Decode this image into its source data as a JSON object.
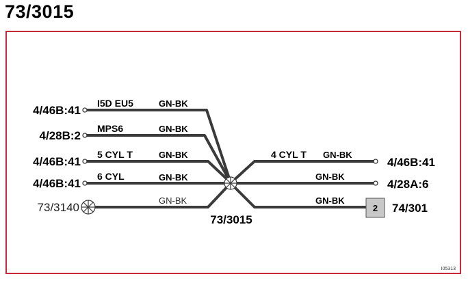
{
  "title": "73/3015",
  "splice_label": "73/3015",
  "ref_code": "I05313",
  "colors": {
    "frame": "#c8283c",
    "wire": "#3a3a3a",
    "badge_fill": "#c8c8c8"
  },
  "left": [
    {
      "connector": "4/46B:41",
      "wire_name": "I5D EU5",
      "wire_color": "GN-BK"
    },
    {
      "connector": "4/28B:2",
      "wire_name": "MPS6",
      "wire_color": "GN-BK"
    },
    {
      "connector": "4/46B:41",
      "wire_name": "5 CYL T",
      "wire_color": "GN-BK"
    },
    {
      "connector": "4/46B:41",
      "wire_name": "6 CYL",
      "wire_color": "GN-BK"
    },
    {
      "connector": "73/3140",
      "wire_name": "",
      "wire_color": "GN-BK"
    }
  ],
  "right": [
    {
      "connector": "4/46B:41",
      "wire_name": "4 CYL T",
      "wire_color": "GN-BK"
    },
    {
      "connector": "4/28A:6",
      "wire_name": "",
      "wire_color": "GN-BK"
    },
    {
      "connector": "74/301",
      "wire_name": "",
      "wire_color": "GN-BK",
      "badge": "2"
    }
  ]
}
